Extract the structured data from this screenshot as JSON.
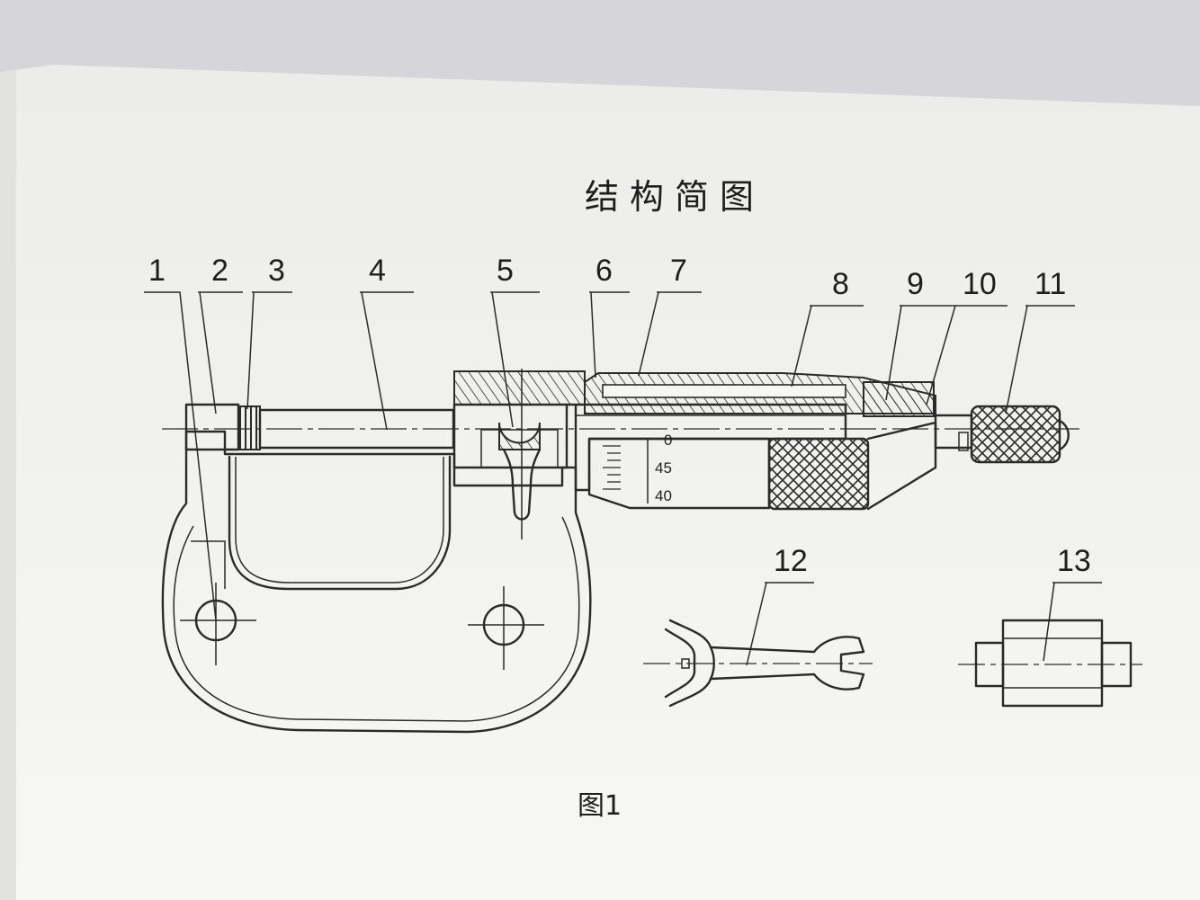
{
  "diagram": {
    "title": "结构简图",
    "caption": "图1",
    "part_labels": [
      "1",
      "2",
      "3",
      "4",
      "5",
      "6",
      "7",
      "8",
      "9",
      "10",
      "11",
      "12",
      "13"
    ],
    "scale_marks": [
      "0",
      "45",
      "40"
    ]
  },
  "colors": {
    "paper": "#f4f4f2",
    "ink": "#2a2a2a",
    "background": "#d8d8dc"
  }
}
